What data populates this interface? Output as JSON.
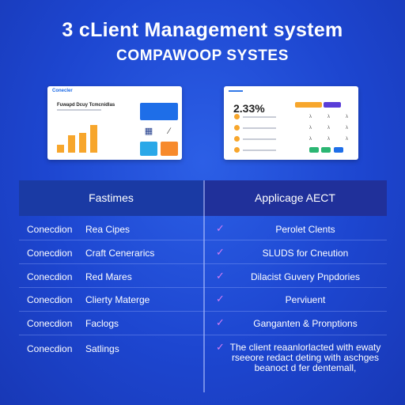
{
  "header": {
    "title": "3 cLient Management system",
    "subtitle": "COMPAWOOP SYSTES"
  },
  "left_card": {
    "brand": "Conecler",
    "headline": "Fuwapd Dcuy Tcmcnidlas",
    "bar_values": [
      0.25,
      0.55,
      0.62,
      0.88
    ],
    "icons": [
      "user-card-icon",
      "line-chart-icon"
    ]
  },
  "right_card": {
    "bignum": "2.33%",
    "rows": [
      "dot-row-1",
      "dot-row-2",
      "dot-row-3",
      "dot-row-4"
    ]
  },
  "table": {
    "col_left": "Fastimes",
    "col_right": "Applicage AECT",
    "rows": [
      {
        "left_a": "Conecdion",
        "left_b": "Rea Cipes",
        "right": "Perolet Clents"
      },
      {
        "left_a": "Conecdion",
        "left_b": "Craft Cenerarics",
        "right": "SLUDS for Cneution"
      },
      {
        "left_a": "Conecdion",
        "left_b": "Red Mares",
        "right": "Dilacist Guvery Pnpdories"
      },
      {
        "left_a": "Conecdion",
        "left_b": "Clierty Materge",
        "right": "Perviuent"
      },
      {
        "left_a": "Conecdion",
        "left_b": "Faclogs",
        "right": "Ganganten & Pronptions"
      },
      {
        "left_a": "Conecdion",
        "left_b": "Satlings",
        "right": "The client reaanlorlacted with ewaty rseeore redact deting with aschges beanoct d fer dentemall,"
      }
    ]
  },
  "colors": {
    "background": "#1d46d0",
    "check": "#d37cf4",
    "accent_orange": "#f7a62c",
    "accent_blue": "#1e6ee8"
  }
}
